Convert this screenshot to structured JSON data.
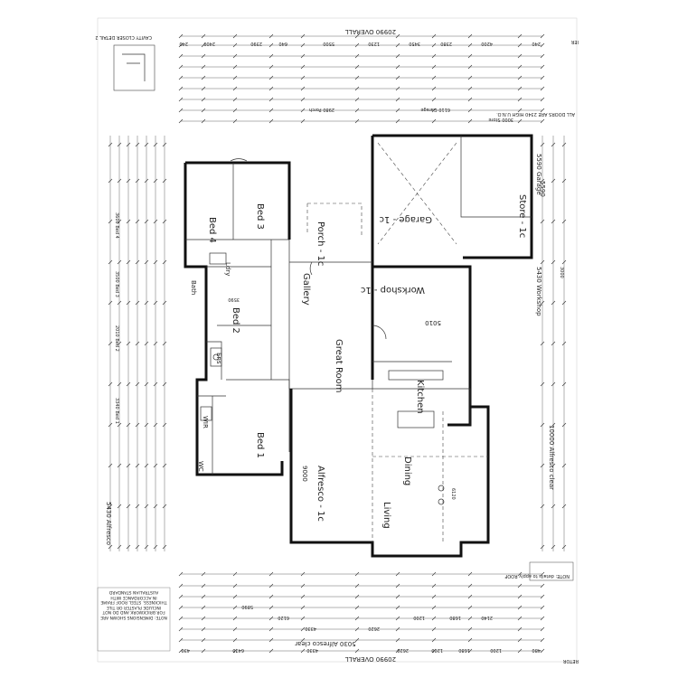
{
  "top_dims": {
    "overall": "20990 OVERALL",
    "segments": [
      "240",
      "2400",
      "2390",
      "640",
      "5500",
      "1230",
      "3450",
      "2380",
      "4200",
      "240"
    ],
    "side_dims": [
      "3000 Store",
      "6110 Garage",
      "2980 Porch"
    ],
    "title_fragment": "CAVITY CLOSER DETAIL 2",
    "corner_fragment": "IER"
  },
  "bottom_dims": {
    "overall": "20990 OVERALL",
    "segments": [
      "430",
      "6470",
      "4330",
      "2620",
      "1200",
      "1680",
      "1200",
      "480"
    ],
    "alfresco": "5030 Alfresco clear",
    "sub_segments": [
      "4330",
      "2620",
      "6120",
      "1200",
      "1680",
      "2140",
      "5890"
    ]
  },
  "left_dims": [
    "3600 Bed 4",
    "3500 Bed 3",
    "2010 Bed 2",
    "3340 Bed 1",
    "5430 Alfresco"
  ],
  "right_dims": [
    "5590 Garage",
    "5430 Workshop",
    "10000 Alfresco clear",
    "3000"
  ],
  "rooms": {
    "bed3": "Bed 3",
    "bed4": "Bed 4",
    "bed2": "Bed 2",
    "bed1": "Bed 1",
    "garage": "Garage - 1c",
    "store": "Store - 1c",
    "workshop": "Workshop - 1c",
    "porch": "Porch - 1c",
    "gallery": "Gallery",
    "great_room": "Great Room",
    "kitchen": "Kitchen",
    "dining": "Dining",
    "living": "Living",
    "alfresco": "Alfresco - 1c",
    "wir": "WIR",
    "ens": "Ens",
    "bath": "Bath",
    "ldry": "Ldry",
    "wc": "WC"
  },
  "dims_inside": {
    "workshop_width": "5010",
    "alfresco_depth": "9000",
    "garage_top": "5590",
    "bed2_width": "3590",
    "living_depth": "6120"
  },
  "notes": {
    "bottom_left": "NOTE: DIMENSIONS SHOWN ARE FOR BRICKWORK AND DO NOT INCLUDE PLASTER OR TILE THICKNESS. STEEL ROOF FRAME IN ACCORDANCE WITH AUSTRALIAN STANDARD",
    "bottom_right": "NOTE: details to apply ROOF",
    "corner_fragment": "RETOR",
    "top_right": "ALL DOORS ARE 2340 HIGH U.N.O."
  },
  "colors": {
    "ink": "#1a1a1a",
    "paper": "#ffffff",
    "grey": "#777777"
  }
}
